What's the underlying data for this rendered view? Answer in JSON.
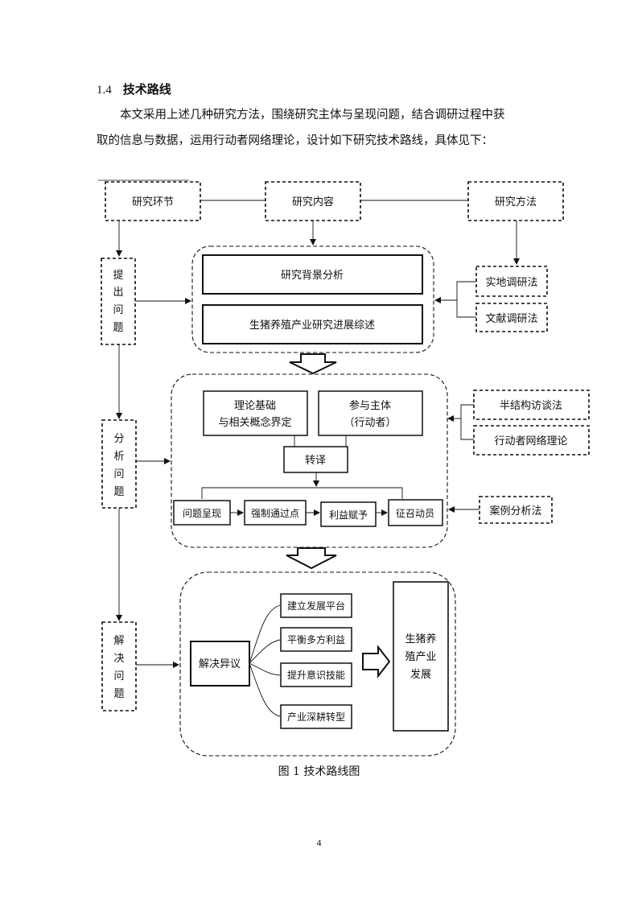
{
  "section": {
    "number": "1.4",
    "title": "技术路线"
  },
  "paragraph": {
    "line1": "本文采用上述几种研究方法，围绕研究主体与呈现问题，结合调研过程中获",
    "line2": "取的信息与数据，运用行动者网络理论，设计如下研究技术路线，具体见下："
  },
  "diagram": {
    "headers": {
      "stage": "研究环节",
      "content": "研究内容",
      "method": "研究方法"
    },
    "stages": {
      "raise": [
        "提",
        "出",
        "问",
        "题"
      ],
      "analyze": [
        "分",
        "析",
        "问",
        "题"
      ],
      "solve": [
        "解",
        "决",
        "问",
        "题"
      ]
    },
    "block1": {
      "item1": "研究背景分析",
      "item2": "生猪养殖产业研究进展综述"
    },
    "methods1": {
      "m1": "实地调研法",
      "m2": "文献调研法"
    },
    "block2": {
      "theory_line1": "理论基础",
      "theory_line2": "与相关概念界定",
      "actor_line1": "参与主体",
      "actor_line2": "（行动者）",
      "translate": "转译",
      "steps": [
        "问题呈现",
        "强制通过点",
        "利益赋予",
        "征召动员"
      ]
    },
    "methods2": {
      "m1": "半结构访谈法",
      "m2": "行动者网络理论"
    },
    "methods3": {
      "m1": "案例分析法"
    },
    "block3": {
      "resolve": "解决异议",
      "measures": [
        "建立发展平台",
        "平衡多方利益",
        "提升意识技能",
        "产业深耕转型"
      ],
      "goal_line1": "生猪养",
      "goal_line2": "殖产业",
      "goal_line3": "发展"
    }
  },
  "caption": "图 1    技术路线图",
  "page_number": "4"
}
